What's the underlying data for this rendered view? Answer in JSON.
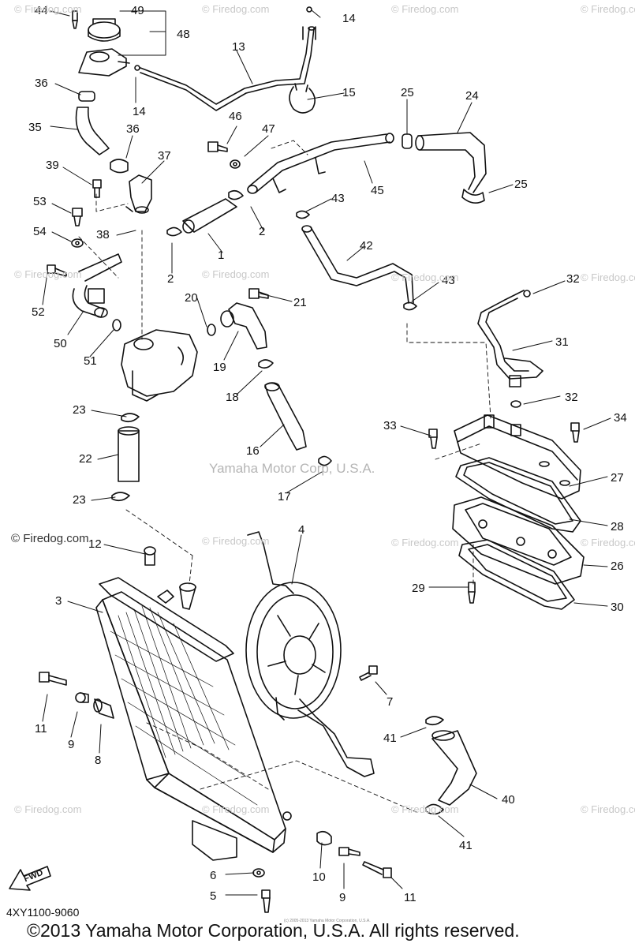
{
  "diagram": {
    "part_numbers": [
      "44",
      "49",
      "48",
      "14",
      "13",
      "14",
      "15",
      "25",
      "24",
      "36",
      "36",
      "35",
      "46",
      "47",
      "45",
      "25",
      "39",
      "37",
      "53",
      "43",
      "54",
      "38",
      "2",
      "1",
      "2",
      "42",
      "43",
      "32",
      "52",
      "50",
      "51",
      "20",
      "21",
      "19",
      "31",
      "32",
      "18",
      "16",
      "33",
      "34",
      "23",
      "22",
      "23",
      "17",
      "27",
      "28",
      "26",
      "29",
      "30",
      "12",
      "4",
      "3",
      "11",
      "9",
      "8",
      "7",
      "41",
      "40",
      "41",
      "6",
      "5",
      "10",
      "9",
      "11"
    ],
    "watermark": "© Firedog.com",
    "center_watermark": "Yamaha Motor Corp, U.S.A.",
    "diagram_code": "4XY1100-9060",
    "fwd_label": "FWD",
    "copyright": "©2013 Yamaha Motor Corporation, U.S.A. All rights reserved.",
    "fine_print": "(c) 2005-2013 Yamaha Motor Corporation, U.S.A."
  }
}
